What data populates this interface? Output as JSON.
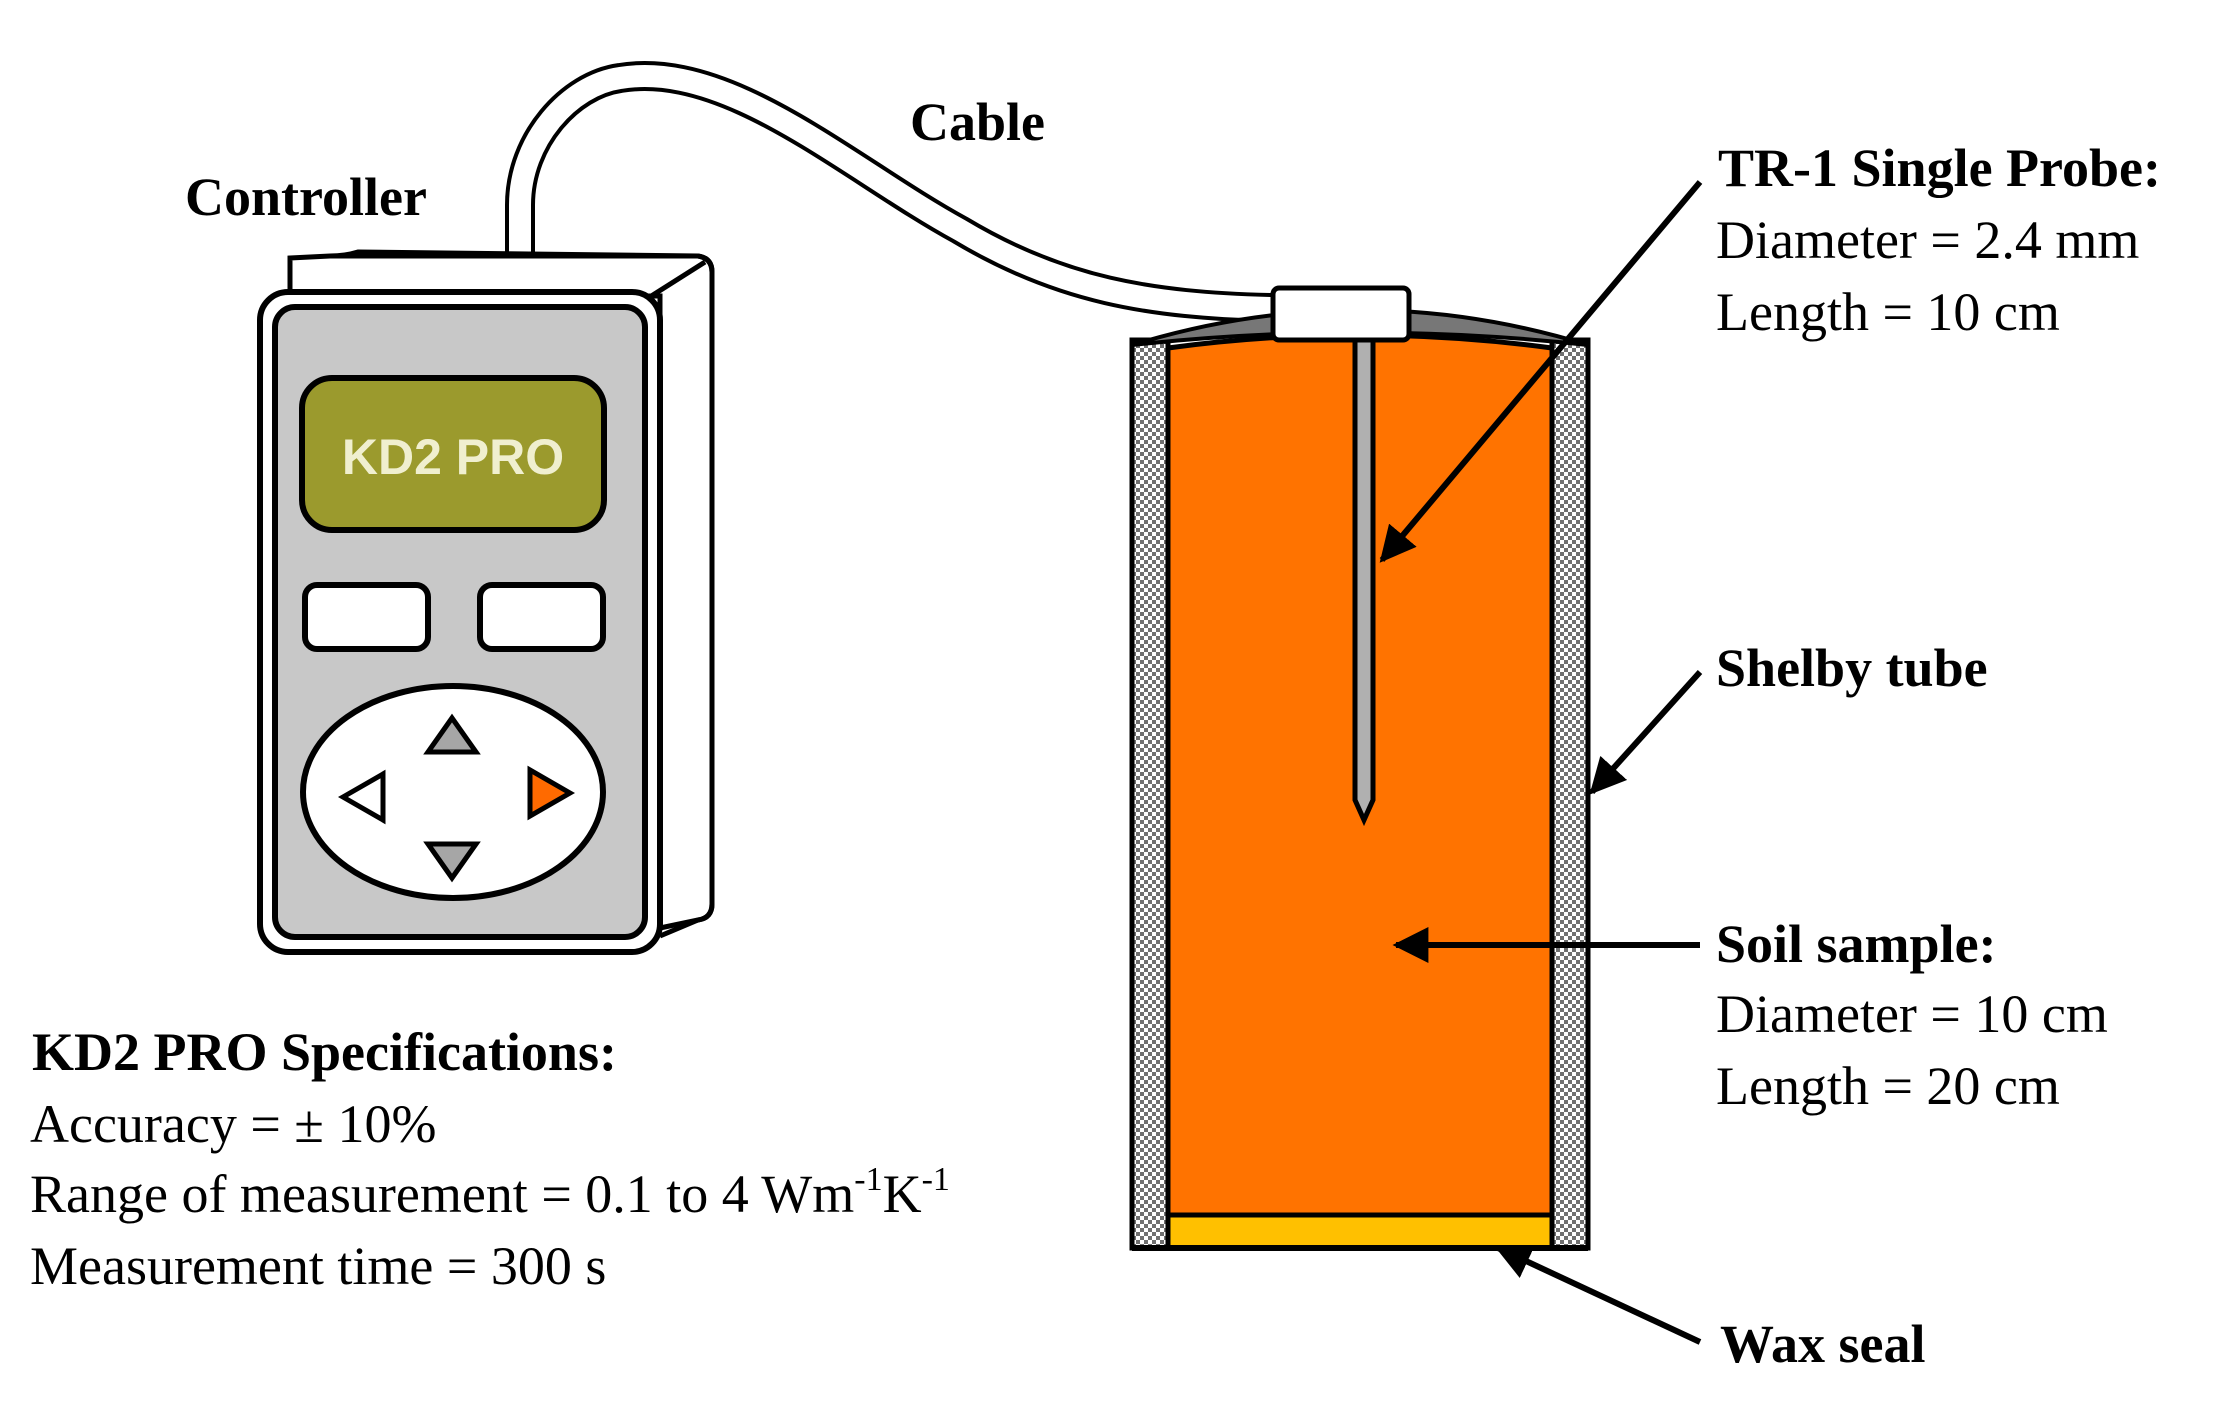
{
  "labels": {
    "controller": "Controller",
    "cable": "Cable",
    "screen": "KD2 PRO",
    "probe_title": "TR-1 Single Probe:",
    "probe_diameter": "Diameter = 2.4 mm",
    "probe_length": "Length = 10 cm",
    "shelby_tube": "Shelby tube",
    "soil_title": "Soil sample:",
    "soil_diameter": "Diameter = 10 cm",
    "soil_length": "Length = 20 cm",
    "wax_seal": "Wax seal"
  },
  "specs": {
    "title": "KD2 PRO Specifications:",
    "accuracy": "Accuracy = ± 10%",
    "range_prefix": "Range of measurement = 0.1 to 4 Wm",
    "range_exp1": "-1",
    "range_mid": "K",
    "range_exp2": "-1",
    "time": "Measurement time = 300 s"
  },
  "colors": {
    "screen": "#9b9a2d",
    "screen_text": "#f0efcf",
    "panel": "#c8c8c8",
    "soil": "#ff7300",
    "wax": "#ffc000",
    "right_key": "#ff6a00",
    "nav_key": "#a6a6a6"
  }
}
